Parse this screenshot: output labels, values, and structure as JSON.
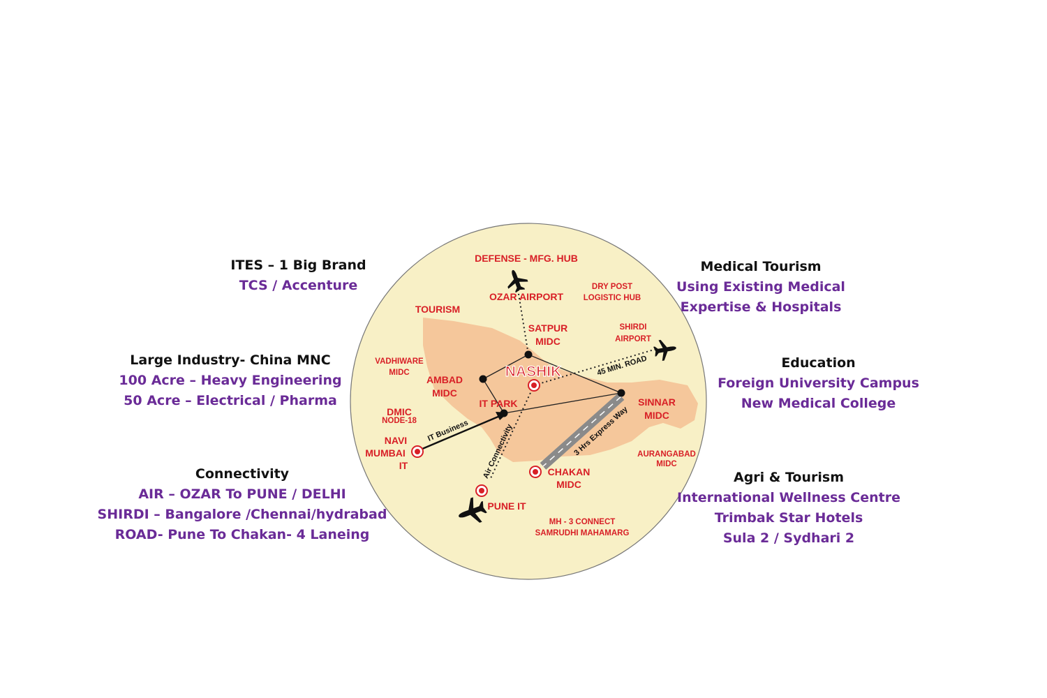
{
  "left_panels": [
    {
      "id": "ites",
      "heading": "ITES – 1 Big Brand",
      "lines": [
        "TCS / Accenture"
      ]
    },
    {
      "id": "industry",
      "heading": "Large Industry- China MNC",
      "lines": [
        "100 Acre – Heavy Engineering",
        "50 Acre – Electrical / Pharma"
      ]
    },
    {
      "id": "connectivity",
      "heading": "Connectivity",
      "lines": [
        "AIR – OZAR To PUNE / DELHI",
        "SHIRDI – Bangalore /Chennai/hydrabad",
        "ROAD- Pune To Chakan- 4 Laneing"
      ]
    }
  ],
  "right_panels": [
    {
      "id": "medical",
      "heading": "Medical Tourism",
      "lines": [
        "Using Existing Medical",
        "Expertise & Hospitals"
      ]
    },
    {
      "id": "education",
      "heading": "Education",
      "lines": [
        "Foreign University Campus",
        "New Medical College"
      ]
    },
    {
      "id": "agri",
      "heading": "Agri & Tourism",
      "lines": [
        "International Wellness Centre",
        "Trimbak Star Hotels",
        "Sula 2  / Sydhari 2"
      ]
    }
  ],
  "map": {
    "center_label": "NASHIK",
    "places": {
      "defense": "DEFENSE - MFG. HUB",
      "ozar": "OZAR AIRPORT",
      "dry_post_1": "DRY POST",
      "dry_post_2": "LOGISTIC HUB",
      "tourism": "TOURISM",
      "satpur_1": "SATPUR",
      "satpur_2": "MIDC",
      "shirdi_1": "SHIRDI",
      "shirdi_2": "AIRPORT",
      "vadhiware_1": "VADHIWARE",
      "vadhiware_2": "MIDC",
      "ambad_1": "AMBAD",
      "ambad_2": "MIDC",
      "it_park": "IT PARK",
      "sinnar_1": "SINNAR",
      "sinnar_2": "MIDC",
      "dmic_1": "DMIC",
      "dmic_2": "NODE-18",
      "navi_1": "NAVI",
      "navi_2": "MUMBAI",
      "navi_3": "IT",
      "aurangabad_1": "AURANGABAD",
      "aurangabad_2": "MIDC",
      "chakan_1": "CHAKAN",
      "chakan_2": "MIDC",
      "pune_it": "PUNE IT",
      "mh_1": "MH - 3 CONNECT",
      "mh_2": "SAMRUDHI MAHAMARG"
    },
    "routes": {
      "it_business": "IT Business",
      "air_connectivity": "Air Connectivity",
      "express_way": "3 Hrs Express Way",
      "road_45": "45 MIN. ROAD"
    }
  },
  "colors": {
    "circle_fill": "#f8f0c6",
    "region_fill": "#f5c79b",
    "place_label": "#d81f26",
    "heading": "#111111",
    "detail": "#6a2b97"
  }
}
